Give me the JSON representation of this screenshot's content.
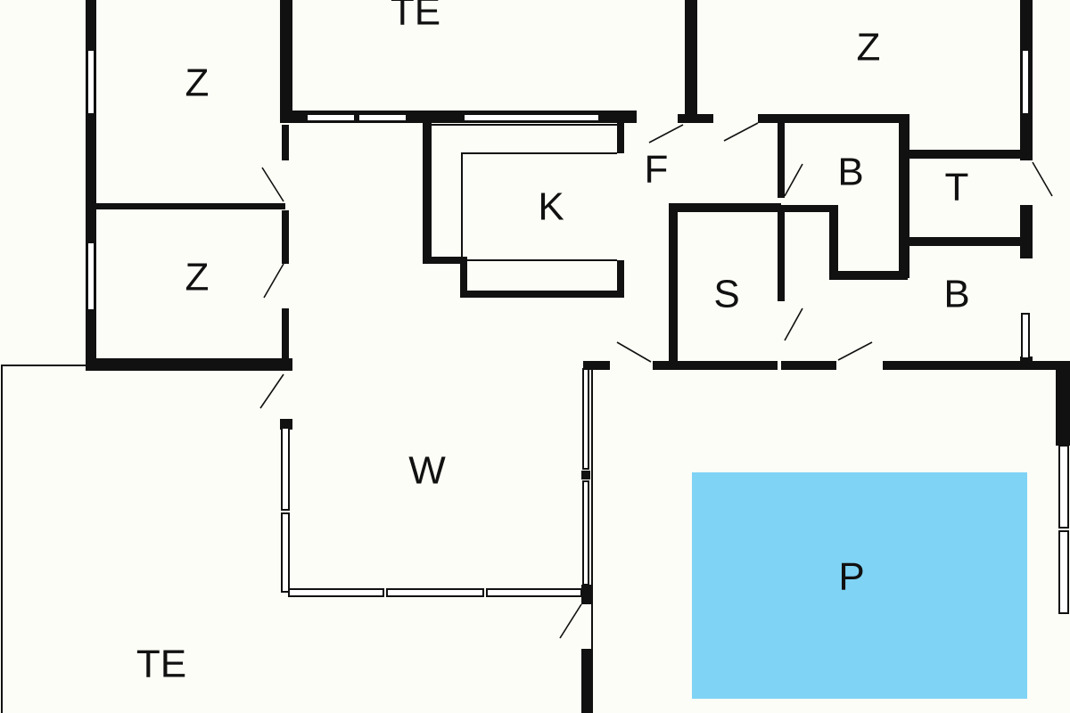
{
  "floorplan": {
    "rooms": [
      {
        "id": "terrace-top",
        "label": "TE"
      },
      {
        "id": "bedroom-top-left",
        "label": "Z"
      },
      {
        "id": "bedroom-top-right",
        "label": "Z"
      },
      {
        "id": "bedroom-left",
        "label": "Z"
      },
      {
        "id": "hall",
        "label": "F"
      },
      {
        "id": "kitchen",
        "label": "K"
      },
      {
        "id": "bathroom-top",
        "label": "B"
      },
      {
        "id": "toilet",
        "label": "T"
      },
      {
        "id": "bathroom-right",
        "label": "B"
      },
      {
        "id": "sauna",
        "label": "S"
      },
      {
        "id": "living-room",
        "label": "W"
      },
      {
        "id": "terrace-bottom",
        "label": "TE"
      },
      {
        "id": "pool",
        "label": "P"
      }
    ],
    "colors": {
      "wall": "#111111",
      "floor": "#fdfdf7",
      "pool": "#7fd3f5"
    }
  }
}
